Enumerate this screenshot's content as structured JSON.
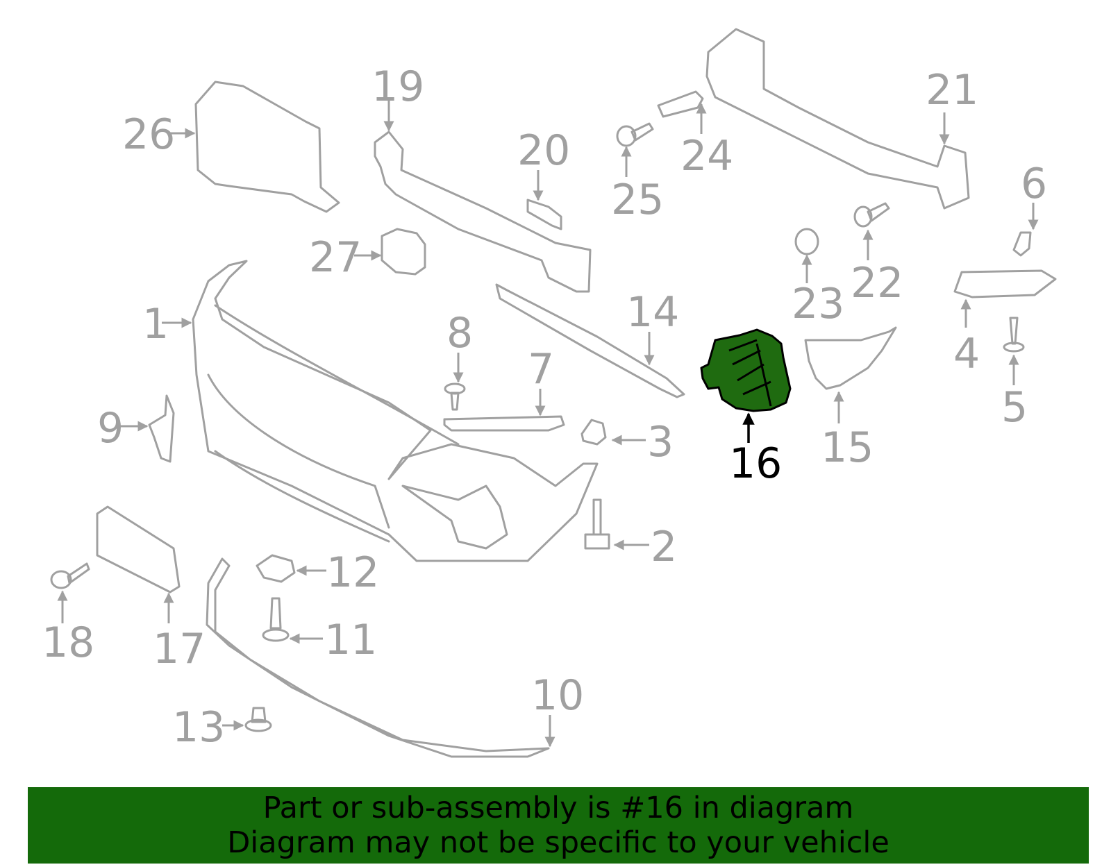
{
  "colors": {
    "line": "#a0a0a0",
    "highlight_fill": "#1f6b10",
    "highlight_stroke": "#000000",
    "banner": "#146a0a",
    "highlight_label": "#000000"
  },
  "highlighted_part": "16",
  "callouts": [
    {
      "id": "1",
      "label": "1"
    },
    {
      "id": "2",
      "label": "2"
    },
    {
      "id": "3",
      "label": "3"
    },
    {
      "id": "4",
      "label": "4"
    },
    {
      "id": "5",
      "label": "5"
    },
    {
      "id": "6",
      "label": "6"
    },
    {
      "id": "7",
      "label": "7"
    },
    {
      "id": "8",
      "label": "8"
    },
    {
      "id": "9",
      "label": "9"
    },
    {
      "id": "10",
      "label": "10"
    },
    {
      "id": "11",
      "label": "11"
    },
    {
      "id": "12",
      "label": "12"
    },
    {
      "id": "13",
      "label": "13"
    },
    {
      "id": "14",
      "label": "14"
    },
    {
      "id": "15",
      "label": "15"
    },
    {
      "id": "16",
      "label": "16"
    },
    {
      "id": "17",
      "label": "17"
    },
    {
      "id": "18",
      "label": "18"
    },
    {
      "id": "19",
      "label": "19"
    },
    {
      "id": "20",
      "label": "20"
    },
    {
      "id": "21",
      "label": "21"
    },
    {
      "id": "22",
      "label": "22"
    },
    {
      "id": "23",
      "label": "23"
    },
    {
      "id": "24",
      "label": "24"
    },
    {
      "id": "25",
      "label": "25"
    },
    {
      "id": "26",
      "label": "26"
    },
    {
      "id": "27",
      "label": "27"
    }
  ],
  "banner": {
    "line1": "Part or sub-assembly is #16 in diagram",
    "line2": "Diagram may not be specific to your vehicle"
  }
}
